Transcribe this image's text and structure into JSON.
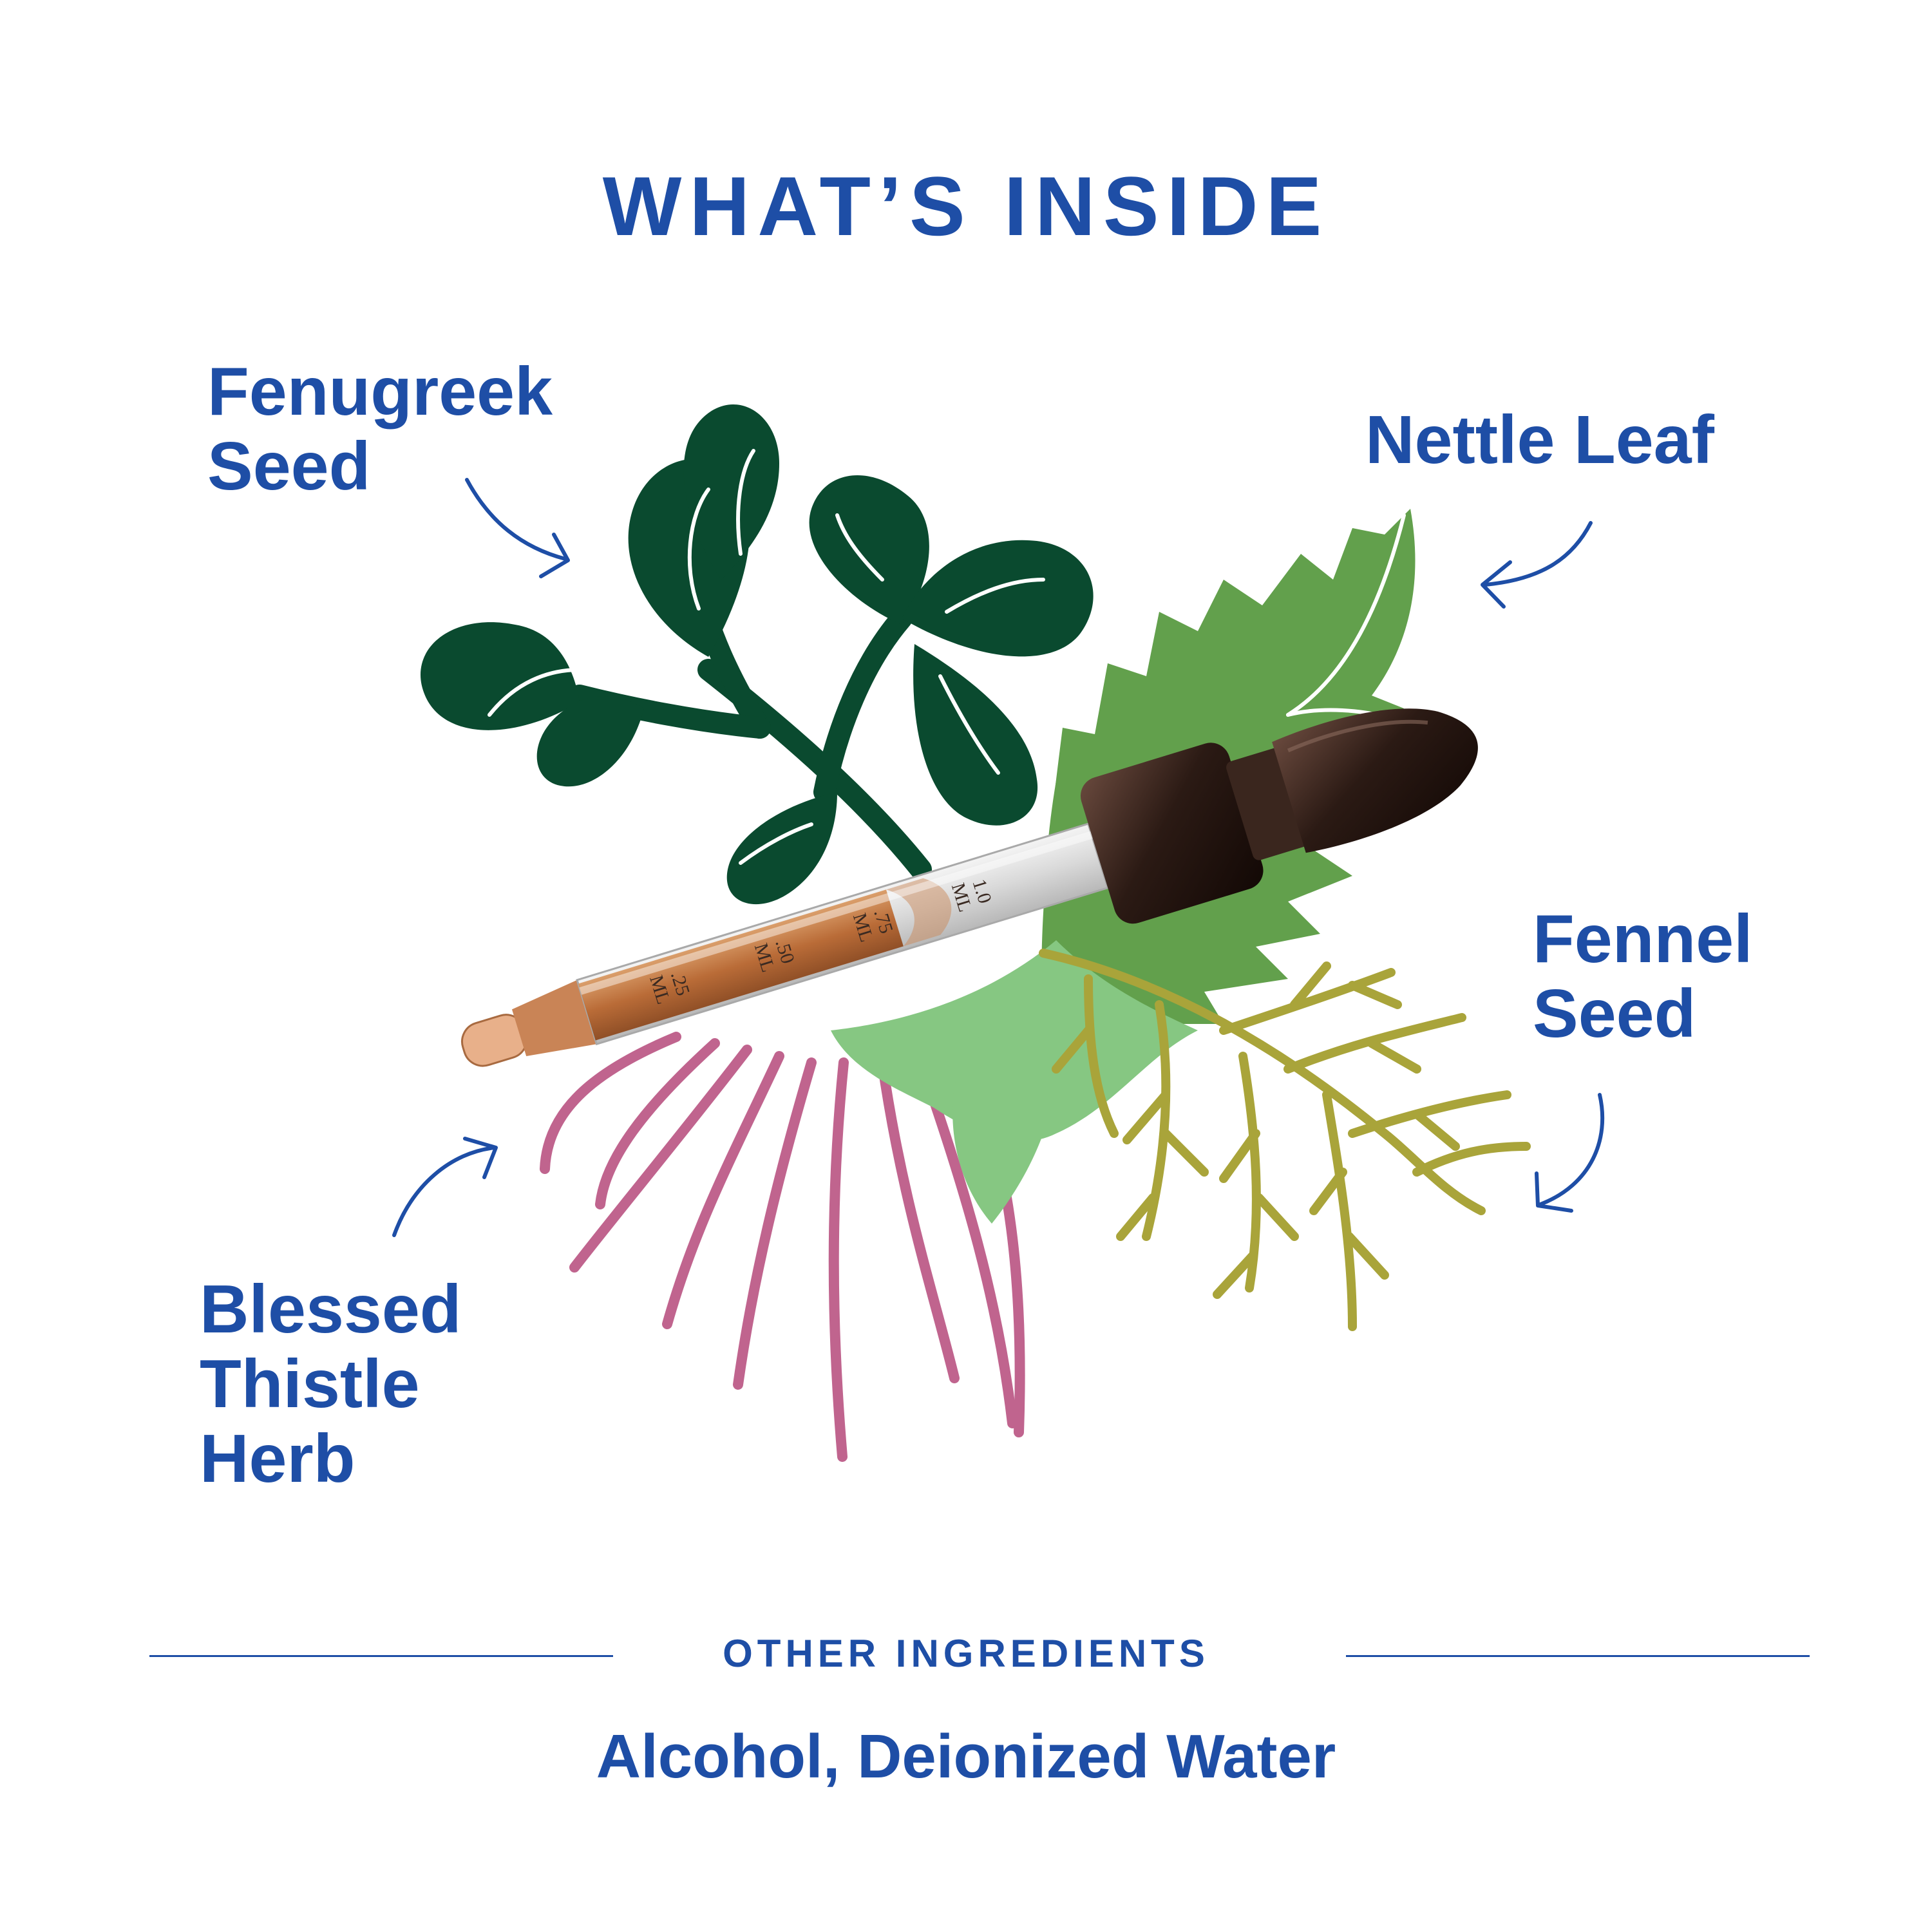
{
  "title": "WHAT’S INSIDE",
  "ingredients": [
    {
      "name": "Fenugreek\nSeed",
      "color": "#0a4a2f"
    },
    {
      "name": "Nettle Leaf",
      "color": "#62a04c"
    },
    {
      "name": "Fennel\nSeed",
      "color": "#a9a43a"
    },
    {
      "name": "Blessed\nThistle\nHerb",
      "color": "#c0648e"
    }
  ],
  "dropper": {
    "marks": [
      ".25\nML",
      ".50\nML",
      ".75\nML",
      "1.0\nML"
    ],
    "cap_color": "#2b1a14",
    "liquid_color": "#b8662f"
  },
  "other_ingredients": {
    "heading": "OTHER INGREDIENTS",
    "value": "Alcohol, Deionized Water"
  },
  "colors": {
    "accent": "#1e4ea6",
    "background": "#ffffff"
  }
}
